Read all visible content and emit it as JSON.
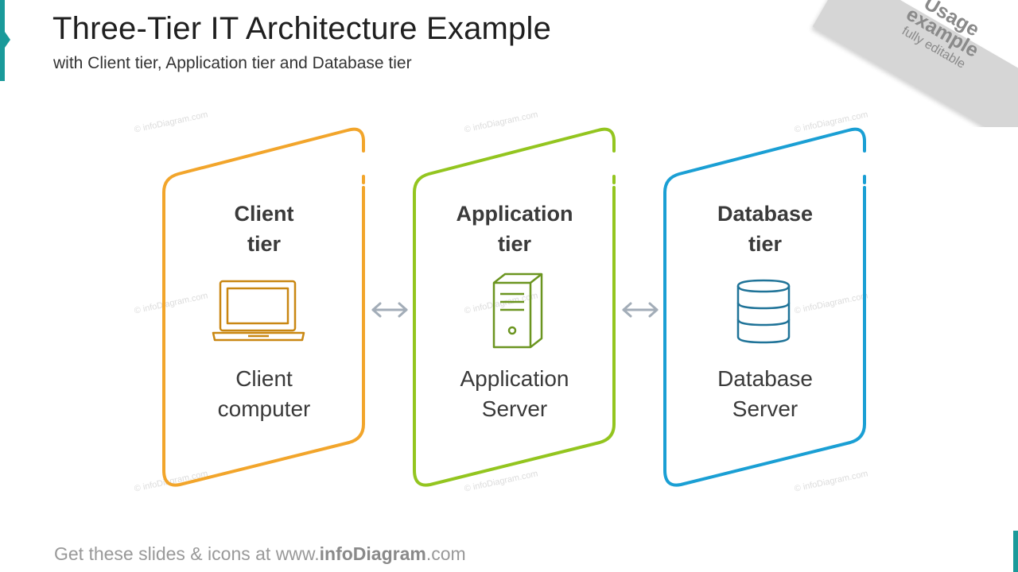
{
  "header": {
    "title": "Three-Tier IT Architecture Example",
    "subtitle": "with Client tier, Application tier and Database tier"
  },
  "ribbon": {
    "line1": "Usage",
    "line2": "example",
    "line3": "fully editable"
  },
  "watermark": "© infoDiagram.com",
  "tiers": [
    {
      "title_line1": "Client",
      "title_line2": "tier",
      "desc_line1": "Client",
      "desc_line2": "computer",
      "icon": "laptop-icon",
      "color": "#f2a52b",
      "icon_color": "#c98712"
    },
    {
      "title_line1": "Application",
      "title_line2": "tier",
      "desc_line1": "Application",
      "desc_line2": "Server",
      "icon": "server-tower-icon",
      "color": "#93c51f",
      "icon_color": "#6b9520"
    },
    {
      "title_line1": "Database",
      "title_line2": "tier",
      "desc_line1": "Database",
      "desc_line2": "Server",
      "icon": "database-icon",
      "color": "#1a9fd4",
      "icon_color": "#1f7398"
    }
  ],
  "connectors": [
    {
      "icon": "double-arrow-icon",
      "color": "#a3adb8"
    },
    {
      "icon": "double-arrow-icon",
      "color": "#a3adb8"
    }
  ],
  "footer": {
    "prefix": "Get these slides & icons at www.",
    "brand": "infoDiagram",
    "suffix": ".com"
  }
}
